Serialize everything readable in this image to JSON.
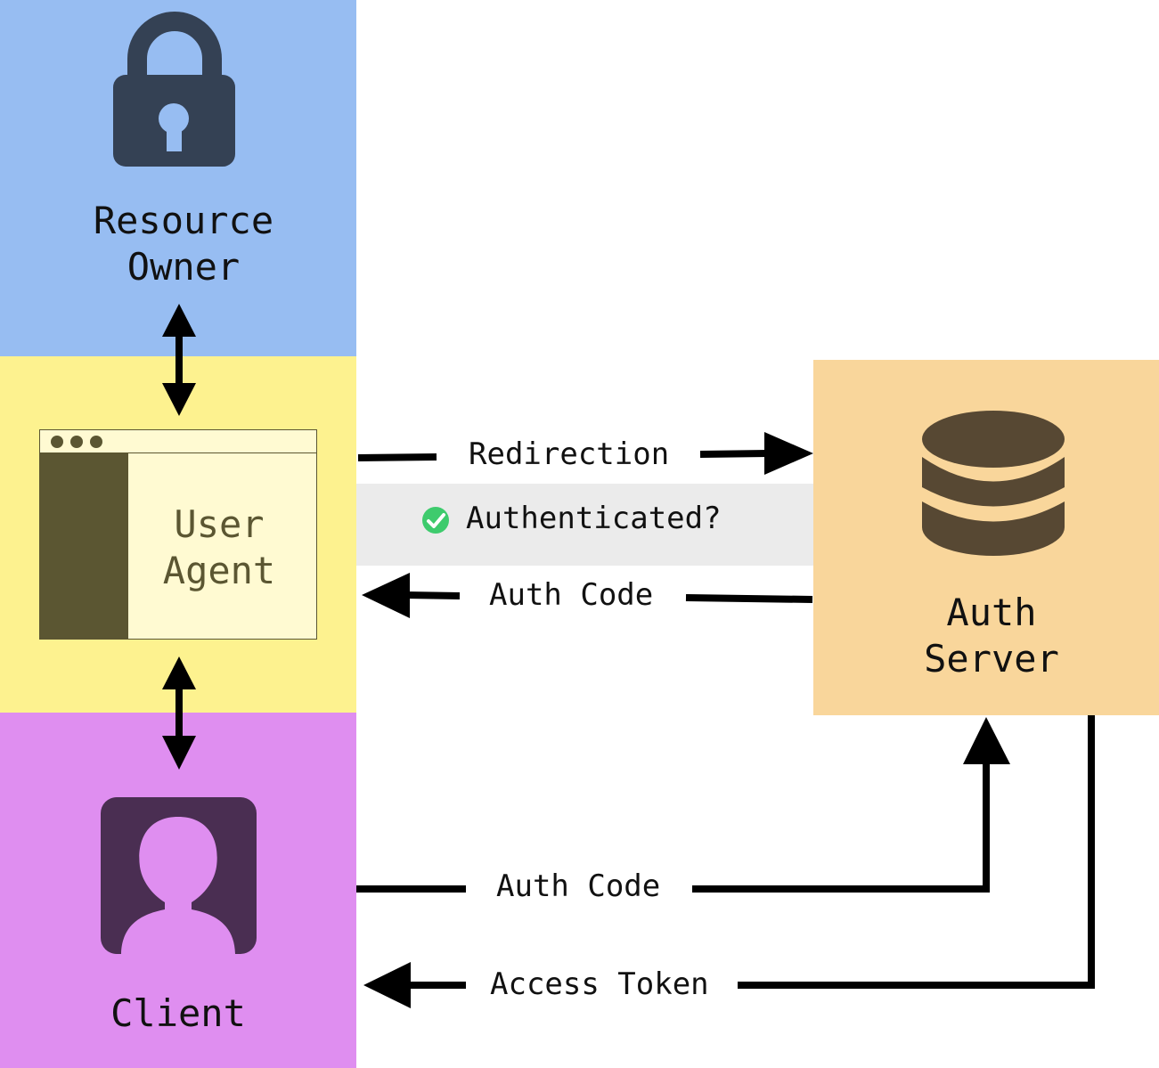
{
  "nodes": {
    "resource_owner": "Resource\nOwner",
    "user_agent": "User\nAgent",
    "client": "Client",
    "auth_server": "Auth\nServer"
  },
  "edges": {
    "redirection": "Redirection",
    "authenticated": "Authenticated?",
    "auth_code_return": "Auth Code",
    "auth_code_exchange": "Auth Code",
    "access_token": "Access Token"
  },
  "colors": {
    "owner_bg": "#97bdf2",
    "agent_bg": "#fdf28f",
    "client_bg": "#df8ef0",
    "auth_bg": "#f9d69b",
    "check_green": "#3ecb6d"
  },
  "icons": {
    "owner": "lock-icon",
    "agent": "browser-window-icon",
    "client": "user-avatar-icon",
    "auth": "database-icon",
    "authenticated": "check-circle-icon"
  }
}
